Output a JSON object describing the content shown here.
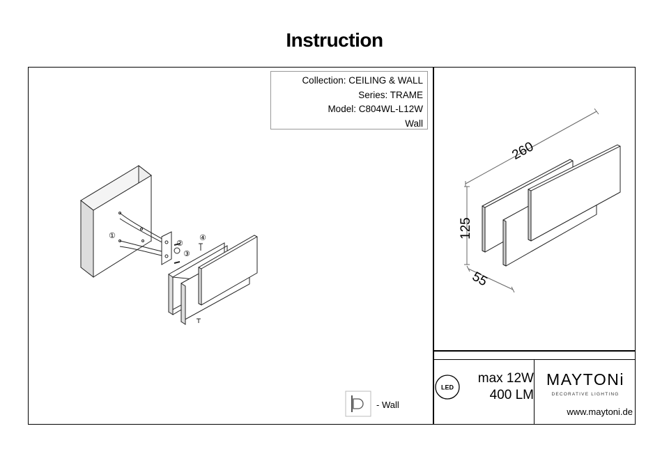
{
  "header": {
    "title": "Instruction"
  },
  "info": {
    "collection": "Collection: CEILING & WALL",
    "series": "Series: TRAME",
    "model": "Model: C804WL-L12W",
    "type": "Wall"
  },
  "assembly": {
    "steps": [
      "①",
      "②",
      "③",
      "④"
    ]
  },
  "dimensions": {
    "length": "260",
    "height": "125",
    "depth": "55"
  },
  "specs": {
    "led_badge": "LED",
    "power": "max 12W",
    "lumens": "400 LM"
  },
  "brand": {
    "name": "MAYTONi",
    "tagline": "DECORATIVE LIGHTING",
    "url": "www.maytoni.de"
  },
  "mounting": {
    "label": "- Wall"
  }
}
